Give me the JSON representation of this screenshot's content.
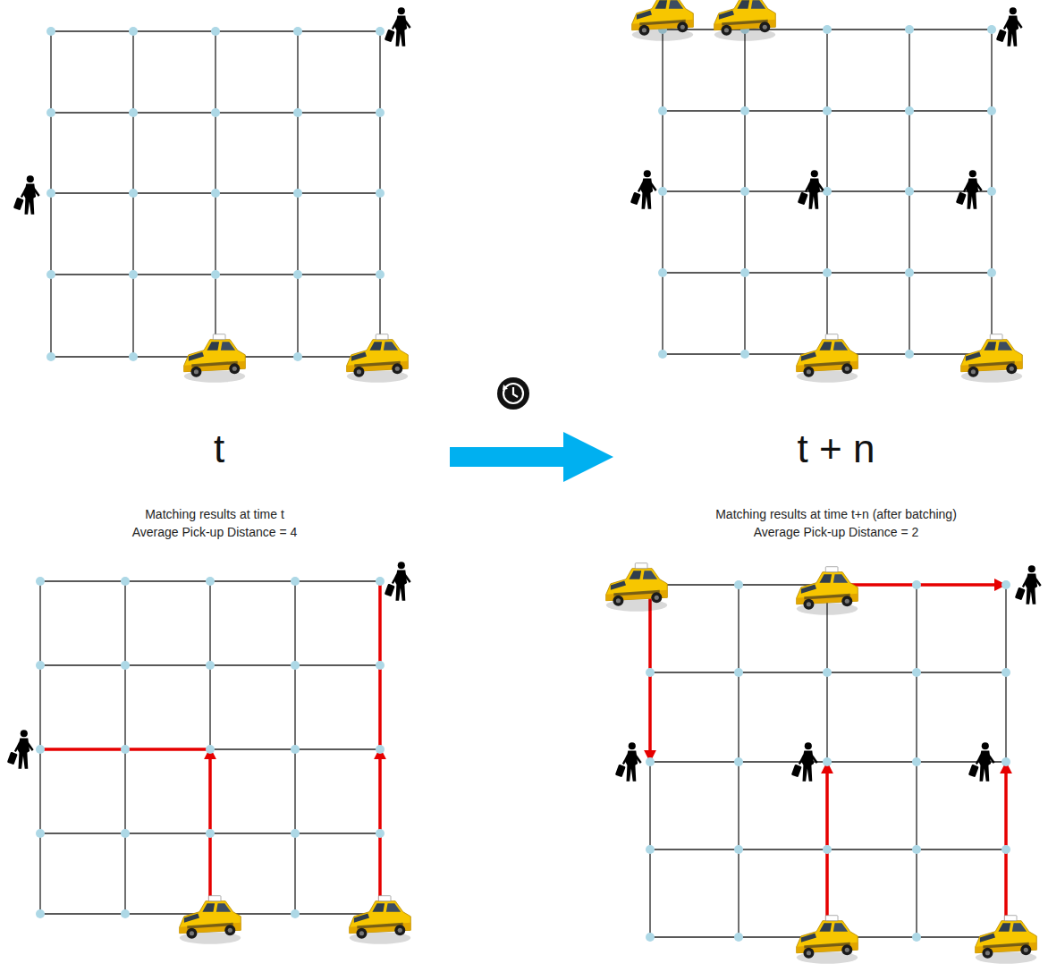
{
  "diagram": {
    "labels": [
      "t",
      "t + n",
      "Matching results at time t",
      "Average Pick-up Distance = 4",
      "Matching results at time t+n (after batching)",
      "Average Pick-up Distance = 2"
    ]
  }
}
